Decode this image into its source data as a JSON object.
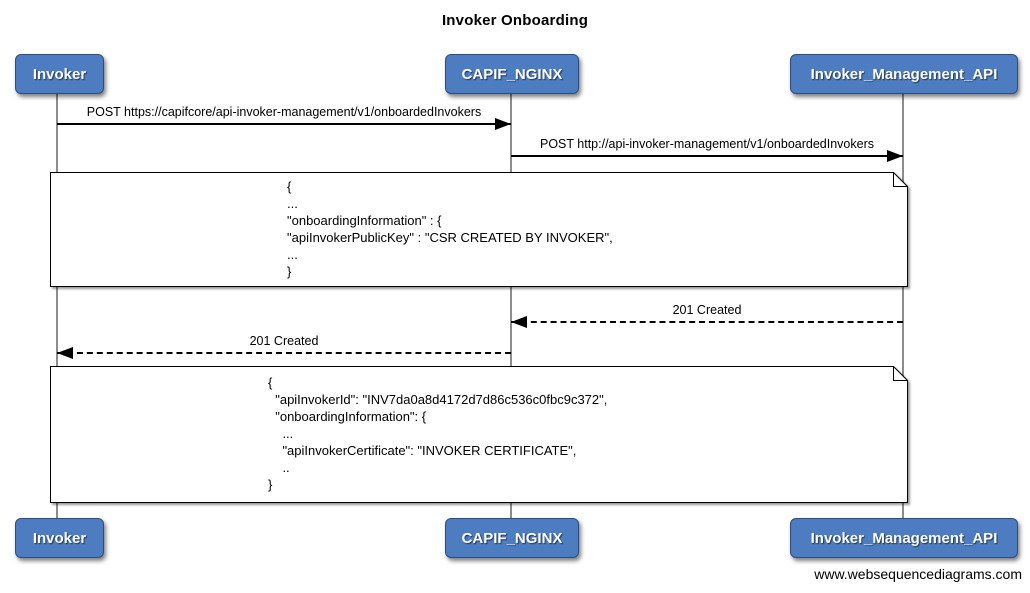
{
  "diagram": {
    "title": "Invoker Onboarding",
    "watermark": "www.websequencediagrams.com",
    "colors": {
      "actor_fill": "#4d7cc1",
      "actor_border": "#2d4d7e",
      "actor_text": "#ffffff",
      "lifeline": "#8c8c8c",
      "line": "#000000",
      "note_fill": "#ffffff",
      "background": "#ffffff"
    },
    "actors": [
      {
        "id": "invoker",
        "label": "Invoker"
      },
      {
        "id": "capif-nginx",
        "label": "CAPIF_NGINX"
      },
      {
        "id": "invoker-management-api",
        "label": "Invoker_Management_API"
      }
    ],
    "messages": [
      {
        "from": "invoker",
        "to": "capif-nginx",
        "style": "solid",
        "label": "POST https://capifcore/api-invoker-management/v1/onboardedInvokers"
      },
      {
        "from": "capif-nginx",
        "to": "invoker-management-api",
        "style": "solid",
        "label": "POST http://api-invoker-management/v1/onboardedInvokers"
      },
      {
        "from": "invoker-management-api",
        "to": "capif-nginx",
        "style": "dashed",
        "label": "201 Created"
      },
      {
        "from": "capif-nginx",
        "to": "invoker",
        "style": "dashed",
        "label": "201 Created"
      }
    ],
    "notes": [
      {
        "over": [
          "invoker",
          "invoker-management-api"
        ],
        "lines": [
          "{",
          "...",
          "\"onboardingInformation\" : {",
          "\"apiInvokerPublicKey\" : \"CSR CREATED BY INVOKER\",",
          "...",
          "}"
        ]
      },
      {
        "over": [
          "invoker",
          "invoker-management-api"
        ],
        "lines": [
          "{",
          "  \"apiInvokerId\": \"INV7da0a8d4172d7d86c536c0fbc9c372\",",
          "  \"onboardingInformation\": {",
          "    ...",
          "    \"apiInvokerCertificate\": \"INVOKER CERTIFICATE\",",
          "    ..",
          "}"
        ]
      }
    ]
  }
}
